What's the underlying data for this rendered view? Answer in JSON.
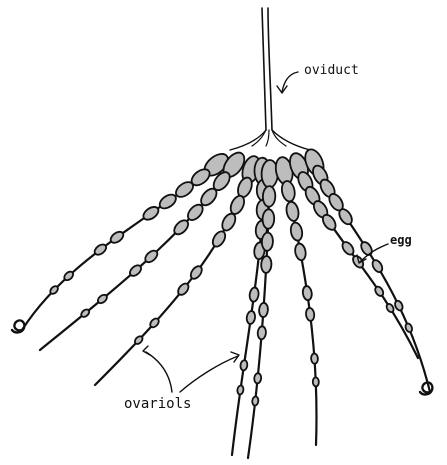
{
  "diagram": {
    "labels": {
      "oviduct": "oviduct",
      "egg": "egg",
      "ovarioles": "ovariols"
    },
    "ovariole_count": 8,
    "ink_color": "#111111",
    "egg_fill_color": "#bdbdbd",
    "background_color": "#ffffff"
  }
}
